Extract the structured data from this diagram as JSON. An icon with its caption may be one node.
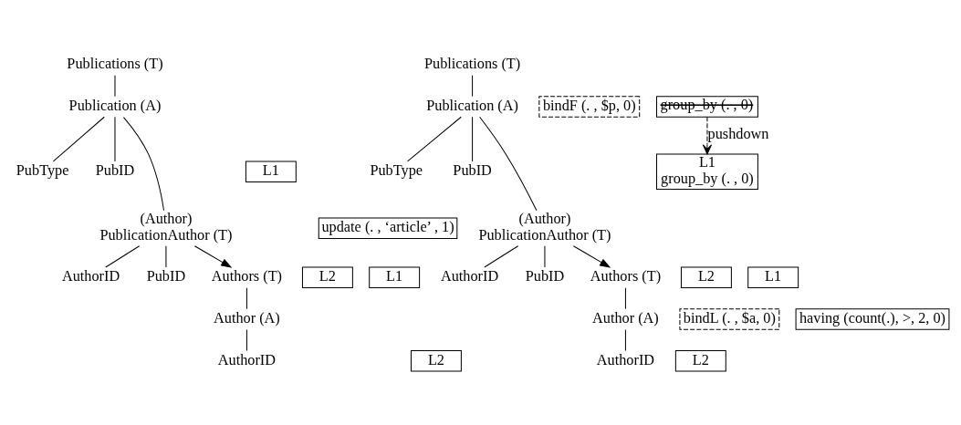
{
  "diagram": {
    "nodes": [
      {
        "text": [
          "Publications (T)"
        ]
      },
      {
        "text": [
          "Publication (A)"
        ]
      },
      {
        "text": [
          "PubType"
        ]
      },
      {
        "text": [
          "PubID"
        ]
      },
      {
        "text": [
          "L1"
        ]
      },
      {
        "text": [
          "(Author)",
          "PublicationAuthor (T)"
        ]
      },
      {
        "text": [
          "L2"
        ]
      },
      {
        "text": [
          "AuthorID"
        ]
      },
      {
        "text": [
          "PubID"
        ]
      },
      {
        "text": [
          "L1"
        ]
      },
      {
        "text": [
          "Authors (T)"
        ]
      },
      {
        "text": [
          "Author (A)"
        ]
      },
      {
        "text": [
          "AuthorID"
        ]
      },
      {
        "text": [
          "L2"
        ]
      },
      {
        "text": [
          "Publications (T)"
        ]
      },
      {
        "text": [
          "bindF (. , $p, 0)"
        ]
      },
      {
        "text": [
          "Publication (A)"
        ]
      },
      {
        "text": [
          "group_by (. , 0)"
        ]
      },
      {
        "text": [
          "PubType"
        ]
      },
      {
        "text": [
          "update (. , ‘article’ , 1)"
        ]
      },
      {
        "text": [
          "PubID"
        ]
      },
      {
        "text": [
          "L1",
          "group_by (. , 0)"
        ]
      },
      {
        "text": [
          "(Author)",
          "PublicationAuthor (T)"
        ]
      },
      {
        "text": [
          "L2"
        ]
      },
      {
        "text": [
          "AuthorID"
        ]
      },
      {
        "text": [
          "PubID"
        ]
      },
      {
        "text": [
          "L1"
        ]
      },
      {
        "text": [
          "Authors (T)"
        ]
      },
      {
        "text": [
          "bindL (. , $a, 0)"
        ]
      },
      {
        "text": [
          "Author (A)"
        ]
      },
      {
        "text": [
          "having (count(.), >, 2, 0)"
        ]
      },
      {
        "text": [
          "AuthorID"
        ]
      },
      {
        "text": [
          "L2"
        ]
      }
    ],
    "edges": [
      {
        "from": 0,
        "to": 1,
        "arrow": "none"
      },
      {
        "from": 1,
        "to": 2,
        "arrow": "none"
      },
      {
        "from": 1,
        "to": 5,
        "arrow": "none"
      },
      {
        "from": 1,
        "to": 3,
        "arrow": "none"
      },
      {
        "from": 5,
        "to": 7,
        "arrow": "none"
      },
      {
        "from": 5,
        "to": 10,
        "arrow": "to"
      },
      {
        "from": 5,
        "to": 8,
        "arrow": "none"
      },
      {
        "from": 10,
        "to": 11,
        "arrow": "none"
      },
      {
        "from": 11,
        "to": 12,
        "arrow": "none"
      },
      {
        "from": 14,
        "to": 16,
        "arrow": "none"
      },
      {
        "from": 16,
        "to": 18,
        "arrow": "none"
      },
      {
        "from": 16,
        "to": 22,
        "arrow": "none"
      },
      {
        "from": 16,
        "to": 20,
        "arrow": "none"
      },
      {
        "from": 17,
        "to": 21,
        "arrow": "to",
        "style": "dashed",
        "label": "pushdown"
      },
      {
        "from": 22,
        "to": 24,
        "arrow": "none"
      },
      {
        "from": 22,
        "to": 27,
        "arrow": "to"
      },
      {
        "from": 22,
        "to": 25,
        "arrow": "none"
      },
      {
        "from": 27,
        "to": 29,
        "arrow": "none"
      },
      {
        "from": 29,
        "to": 31,
        "arrow": "none"
      }
    ]
  }
}
